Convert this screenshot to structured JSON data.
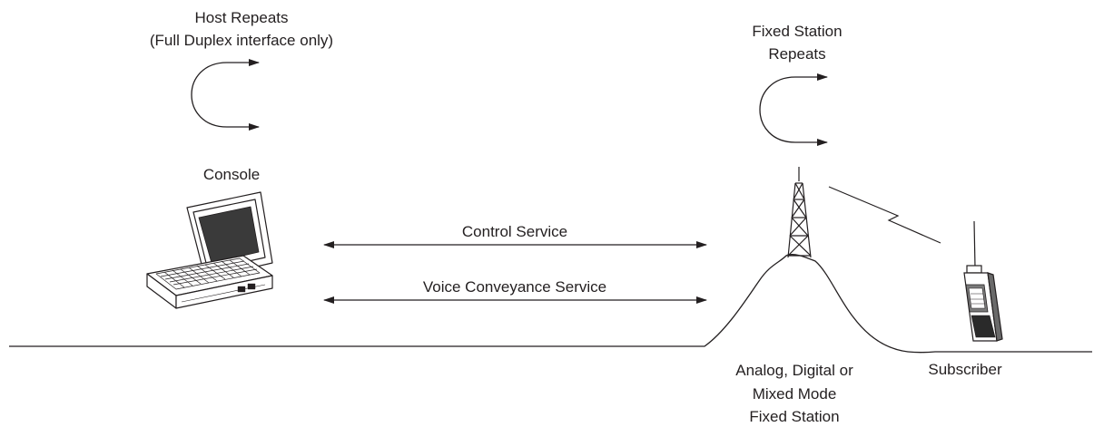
{
  "host_repeats": {
    "line1": "Host Repeats",
    "line2": "(Full Duplex interface only)"
  },
  "fixed_station_repeats": {
    "line1": "Fixed Station",
    "line2": "Repeats"
  },
  "console_label": "Console",
  "control_service_label": "Control Service",
  "voice_conveyance_label": "Voice Conveyance Service",
  "fixed_station": {
    "line1": "Analog, Digital or",
    "line2": "Mixed Mode",
    "line3": "Fixed Station"
  },
  "subscriber_label": "Subscriber",
  "colors": {
    "ink": "#231f20",
    "screen": "#3a3a3a",
    "background": "#ffffff"
  },
  "icons": [
    "laptop-console-icon",
    "radio-tower-icon",
    "handheld-radio-icon",
    "lightning-link-icon"
  ]
}
